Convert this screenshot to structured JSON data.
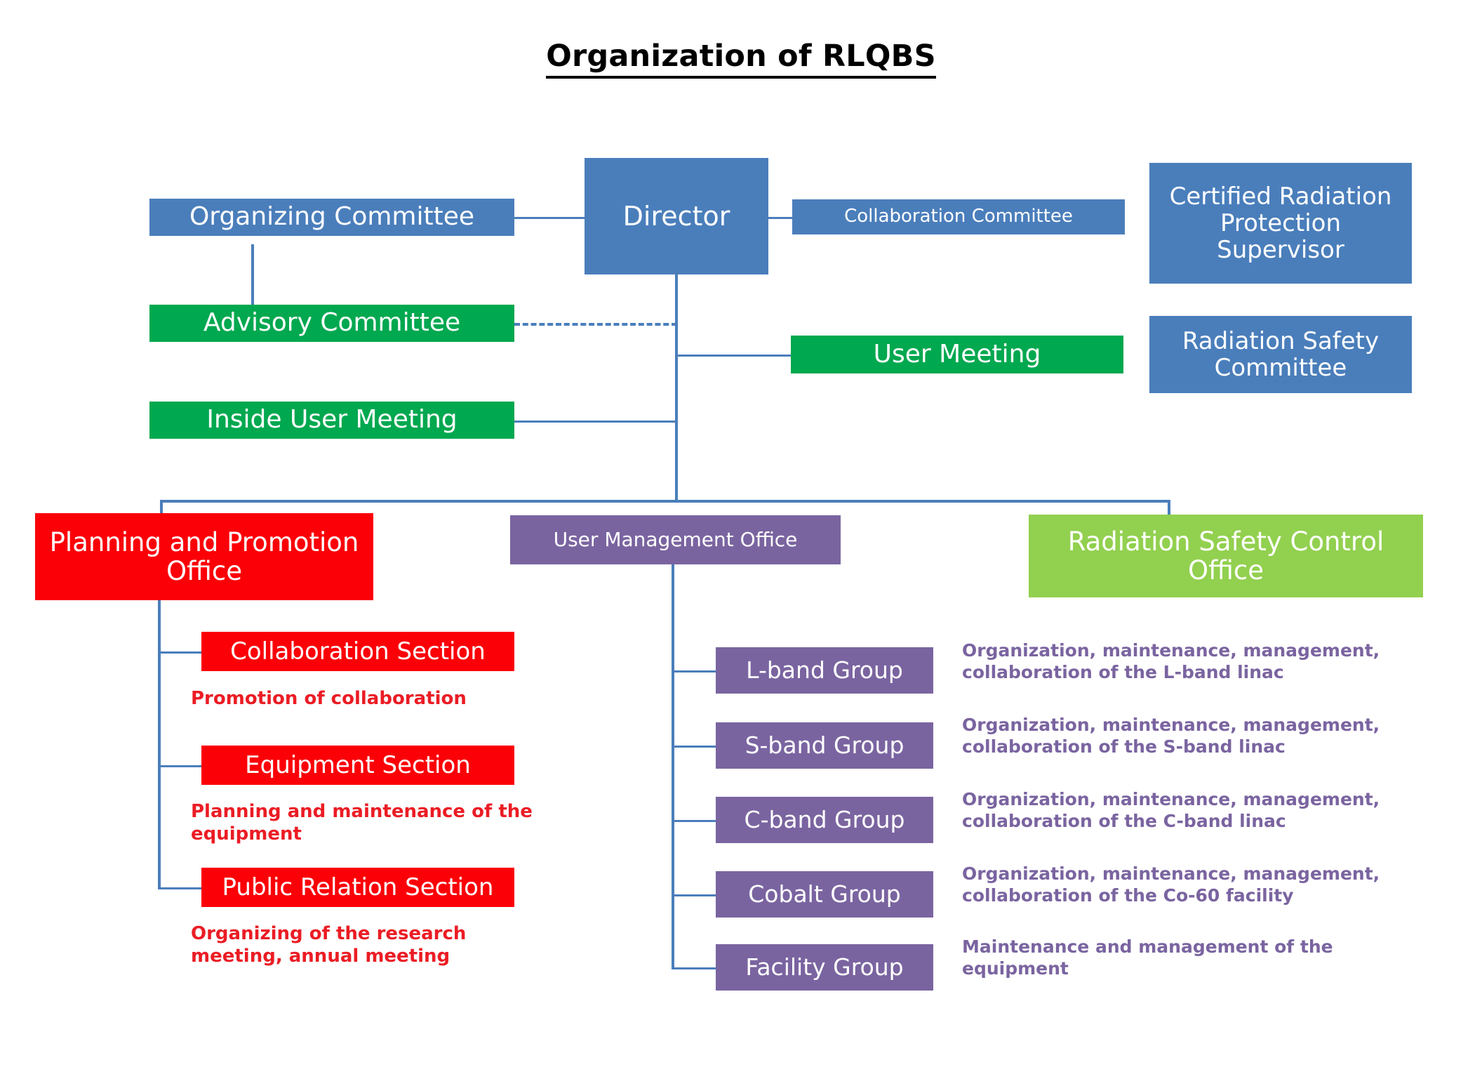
{
  "title": "Organization of RLQBS",
  "colors": {
    "blue": "#4a7ebb",
    "green": "#00a84f",
    "red": "#fb0007",
    "purple": "#7a64a0",
    "light_green": "#92d04f",
    "connector": "#4a7ebb",
    "red_text": "#eb1c24",
    "title_text": "#000000"
  },
  "chart_data": {
    "type": "diagram",
    "title": "Organization of RLQBS",
    "nodes": [
      {
        "id": "director",
        "label": "Director",
        "color": "blue",
        "level": 1
      },
      {
        "id": "organizing-committee",
        "label": "Organizing Committee",
        "color": "blue",
        "level": 1
      },
      {
        "id": "collaboration-committee",
        "label": "Collaboration Committee",
        "color": "blue",
        "level": 1
      },
      {
        "id": "certified-radiation-protection-supervisor",
        "label": "Certified Radiation Protection Supervisor",
        "color": "blue",
        "level": 1
      },
      {
        "id": "advisory-committee",
        "label": "Advisory Committee",
        "color": "green",
        "level": 2
      },
      {
        "id": "user-meeting",
        "label": "User Meeting",
        "color": "green",
        "level": 2
      },
      {
        "id": "radiation-safety-committee",
        "label": "Radiation Safety Committee",
        "color": "blue",
        "level": 2
      },
      {
        "id": "inside-user-meeting",
        "label": "Inside User Meeting",
        "color": "green",
        "level": 2
      },
      {
        "id": "planning-and-promotion-office",
        "label": "Planning and Promotion Office",
        "color": "red",
        "level": 3
      },
      {
        "id": "user-management-office",
        "label": "User Management Office",
        "color": "purple",
        "level": 3
      },
      {
        "id": "radiation-safety-control-office",
        "label": "Radiation Safety Control Office",
        "color": "light_green",
        "level": 3
      },
      {
        "id": "collaboration-section",
        "label": "Collaboration Section",
        "color": "red",
        "level": 4
      },
      {
        "id": "equipment-section",
        "label": "Equipment Section",
        "color": "red",
        "level": 4
      },
      {
        "id": "public-relation-section",
        "label": "Public Relation Section",
        "color": "red",
        "level": 4
      },
      {
        "id": "l-band-group",
        "label": "L-band Group",
        "color": "purple",
        "level": 4
      },
      {
        "id": "s-band-group",
        "label": "S-band Group",
        "color": "purple",
        "level": 4
      },
      {
        "id": "c-band-group",
        "label": "C-band Group",
        "color": "purple",
        "level": 4
      },
      {
        "id": "cobalt-group",
        "label": "Cobalt Group",
        "color": "purple",
        "level": 4
      },
      {
        "id": "facility-group",
        "label": "Facility Group",
        "color": "purple",
        "level": 4
      }
    ],
    "edges": [
      {
        "from": "organizing-committee",
        "to": "director",
        "style": "solid"
      },
      {
        "from": "director",
        "to": "collaboration-committee",
        "style": "solid"
      },
      {
        "from": "organizing-committee",
        "to": "advisory-committee",
        "style": "solid"
      },
      {
        "from": "advisory-committee",
        "to": "director-trunk",
        "style": "dashed"
      },
      {
        "from": "director",
        "to": "user-meeting",
        "style": "solid"
      },
      {
        "from": "director",
        "to": "inside-user-meeting",
        "style": "solid"
      },
      {
        "from": "director",
        "to": "planning-and-promotion-office",
        "style": "solid"
      },
      {
        "from": "director",
        "to": "user-management-office",
        "style": "solid"
      },
      {
        "from": "director",
        "to": "radiation-safety-control-office",
        "style": "solid"
      },
      {
        "from": "planning-and-promotion-office",
        "to": "collaboration-section",
        "style": "solid"
      },
      {
        "from": "planning-and-promotion-office",
        "to": "equipment-section",
        "style": "solid"
      },
      {
        "from": "planning-and-promotion-office",
        "to": "public-relation-section",
        "style": "solid"
      },
      {
        "from": "user-management-office",
        "to": "l-band-group",
        "style": "solid"
      },
      {
        "from": "user-management-office",
        "to": "s-band-group",
        "style": "solid"
      },
      {
        "from": "user-management-office",
        "to": "c-band-group",
        "style": "solid"
      },
      {
        "from": "user-management-office",
        "to": "cobalt-group",
        "style": "solid"
      },
      {
        "from": "user-management-office",
        "to": "facility-group",
        "style": "solid"
      }
    ],
    "annotations": [
      {
        "for": "collaboration-section",
        "text": "Promotion of collaboration",
        "color": "red"
      },
      {
        "for": "equipment-section",
        "text": "Planning and maintenance of the equipment",
        "color": "red"
      },
      {
        "for": "public-relation-section",
        "text": "Organizing of the research meeting, annual meeting",
        "color": "red"
      },
      {
        "for": "l-band-group",
        "text": "Organization, maintenance, management, collaboration of the L-band linac",
        "color": "purple"
      },
      {
        "for": "s-band-group",
        "text": "Organization, maintenance, management, collaboration of the S-band linac",
        "color": "purple"
      },
      {
        "for": "c-band-group",
        "text": "Organization, maintenance, management, collaboration of the C-band linac",
        "color": "purple"
      },
      {
        "for": "cobalt-group",
        "text": "Organization, maintenance, management, collaboration of the Co-60 facility",
        "color": "purple"
      },
      {
        "for": "facility-group",
        "text": "Maintenance and management of the equipment",
        "color": "purple"
      }
    ]
  },
  "boxes": {
    "organizing_committee": "Organizing Committee",
    "director": "Director",
    "collaboration_committee": "Collaboration Committee",
    "certified_radiation_protection_supervisor": "Certified Radiation Protection Supervisor",
    "advisory_committee": "Advisory Committee",
    "user_meeting": "User Meeting",
    "radiation_safety_committee": "Radiation Safety Committee",
    "inside_user_meeting": "Inside User Meeting",
    "planning_and_promotion_office": "Planning and Promotion Office",
    "user_management_office": "User Management Office",
    "radiation_safety_control_office": "Radiation Safety Control Office",
    "collaboration_section": "Collaboration Section",
    "equipment_section": "Equipment Section",
    "public_relation_section": "Public Relation Section",
    "l_band_group": "L-band Group",
    "s_band_group": "S-band Group",
    "c_band_group": "C-band Group",
    "cobalt_group": "Cobalt Group",
    "facility_group": "Facility Group"
  },
  "captions": {
    "collaboration_section_desc": "Promotion of collaboration",
    "equipment_section_desc": "Planning and maintenance of the equipment",
    "public_relation_section_desc": "Organizing of the research meeting, annual meeting",
    "l_band_group_desc": "Organization, maintenance, management, collaboration of the L-band linac",
    "s_band_group_desc": "Organization, maintenance, management, collaboration of the S-band linac",
    "c_band_group_desc": "Organization, maintenance, management, collaboration of the C-band linac",
    "cobalt_group_desc": "Organization, maintenance, management, collaboration of the Co-60 facility",
    "facility_group_desc": "Maintenance and management of the equipment"
  }
}
